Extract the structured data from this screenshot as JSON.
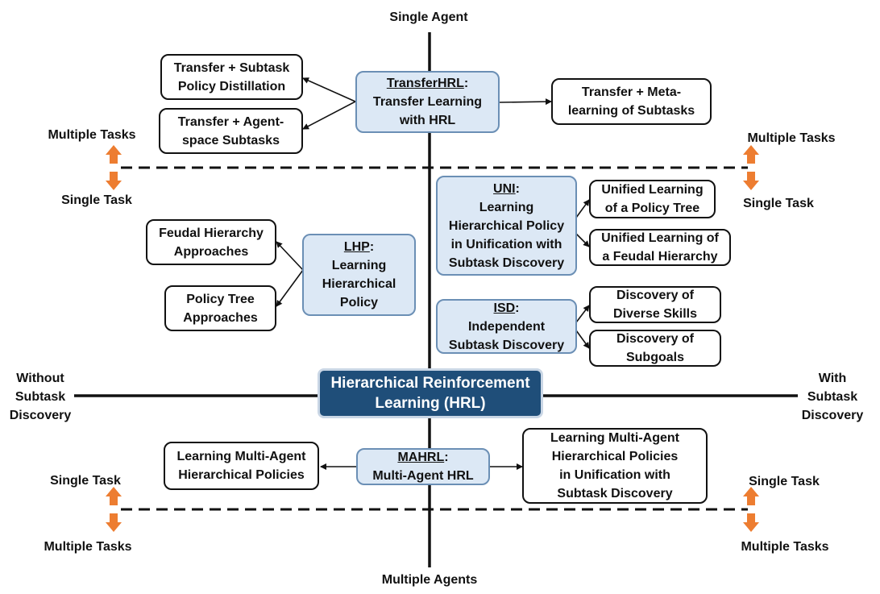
{
  "axes": {
    "top": "Single Agent",
    "bottom": "Multiple Agents",
    "left": [
      "Without",
      "Subtask",
      "Discovery"
    ],
    "right": [
      "With",
      "Subtask",
      "Discovery"
    ]
  },
  "task_labels": {
    "upper_left_up": "Multiple Tasks",
    "upper_left_down": "Single Task",
    "upper_right_up": "Multiple Tasks",
    "upper_right_down": "Single Task",
    "lower_left_up": "Single Task",
    "lower_left_down": "Multiple Tasks",
    "lower_right_up": "Single Task",
    "lower_right_down": "Multiple Tasks"
  },
  "center": {
    "line1": "Hierarchical Reinforcement",
    "line2": "Learning (HRL)"
  },
  "categories": {
    "transferhrl": {
      "abbr": "TransferHRL",
      "rest": ":",
      "lines": [
        "Transfer Learning",
        "with HRL"
      ]
    },
    "uni": {
      "abbr": "UNI",
      "rest": ":",
      "lines": [
        "Learning",
        "Hierarchical Policy",
        "in Unification with",
        "Subtask Discovery"
      ]
    },
    "lhp": {
      "abbr": "LHP",
      "rest": ":",
      "lines": [
        "Learning",
        "Hierarchical",
        "Policy"
      ]
    },
    "isd": {
      "abbr": "ISD",
      "rest": ":",
      "lines": [
        "Independent",
        "Subtask Discovery"
      ]
    },
    "mahrl": {
      "abbr": "MAHRL",
      "rest": ":",
      "lines": [
        "Multi-Agent HRL"
      ]
    }
  },
  "leaves": {
    "transfer_distill": [
      "Transfer + Subtask",
      "Policy Distillation"
    ],
    "transfer_agentspace": [
      "Transfer + Agent-",
      "space Subtasks"
    ],
    "transfer_meta": [
      "Transfer + Meta-",
      "learning of Subtasks"
    ],
    "feudal": [
      "Feudal Hierarchy",
      "Approaches"
    ],
    "policy_tree": [
      "Policy Tree",
      "Approaches"
    ],
    "unified_tree": [
      "Unified Learning",
      "of a Policy Tree"
    ],
    "unified_feudal": [
      "Unified Learning of",
      "a Feudal Hierarchy"
    ],
    "diverse_skills": [
      "Discovery of",
      "Diverse Skills"
    ],
    "subgoals": [
      "Discovery of",
      "Subgoals"
    ],
    "ma_policies": [
      "Learning Multi-Agent",
      "Hierarchical Policies"
    ],
    "ma_unification": [
      "Learning Multi-Agent",
      "Hierarchical Policies",
      "in Unification with",
      "Subtask Discovery"
    ]
  },
  "colors": {
    "category_fill": "#dce8f5",
    "category_border": "#6b8fb5",
    "center_fill": "#1f4e79",
    "arrow_orange": "#ed7d31"
  }
}
